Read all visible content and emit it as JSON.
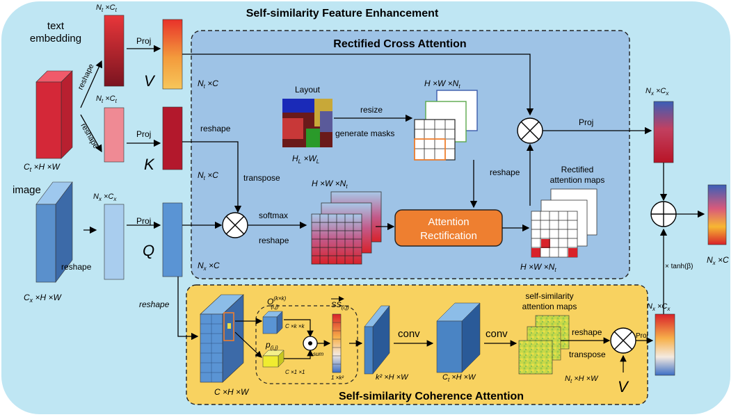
{
  "title": "Self-similarity Feature Enhancement",
  "rca_title": "Rectified Cross Attention",
  "ssca_title": "Self-similarity Coherence Attention",
  "inputs": {
    "text_embedding_line1": "text",
    "text_embedding_line2": "embedding",
    "text_dims": "C",
    "image": "image",
    "image_dims": "C"
  },
  "labels": {
    "reshape": "reshape",
    "proj": "Proj",
    "transpose": "transpose",
    "softmax": "softmax",
    "resize": "resize",
    "generate_masks": "generate masks",
    "layout": "Layout",
    "attention_rectification_1": "Attention",
    "attention_rectification_2": "Rectification",
    "rectified_maps_1": "Rectified",
    "rectified_maps_2": "attention maps",
    "ss_maps_1": "self-similarity",
    "ss_maps_2": "attention maps",
    "conv": "conv",
    "sum": "sum",
    "tanh": "× tanh(β)",
    "V": "V",
    "K": "K",
    "Q": "Q"
  },
  "colors": {
    "outer_bg": "#bfe6f3",
    "rca_bg": "#9ec3e6",
    "ssca_bg": "#f8d260",
    "rectify_box": "#ee7f30"
  }
}
